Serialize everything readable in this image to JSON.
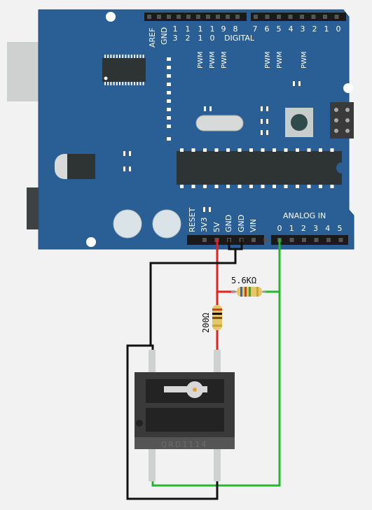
{
  "board": {
    "top_pin_labels": {
      "aref": "AREF",
      "gnd": "GND",
      "numbers": [
        "1\n3",
        "1\n2",
        "1\n1",
        "1\n0",
        "9",
        "8",
        "7",
        "6",
        "5",
        "4",
        "3",
        "2",
        "1",
        "0"
      ],
      "digital": "DIGITAL",
      "pwm": "PWM"
    },
    "power_labels": [
      "RESET",
      "3V3",
      "5V",
      "GND",
      "GND",
      "VIN"
    ],
    "analog_title": "ANALOG IN",
    "analog_pins": [
      "0",
      "1",
      "2",
      "3",
      "4",
      "5"
    ]
  },
  "components": {
    "resistor_5k6": "5.6KΩ",
    "resistor_200": "200Ω",
    "sensor_label": "QRD1114"
  },
  "colors": {
    "board": "#2a5f96",
    "wire_red": "#e8211f",
    "wire_green": "#25b82c",
    "wire_black": "#111111"
  }
}
